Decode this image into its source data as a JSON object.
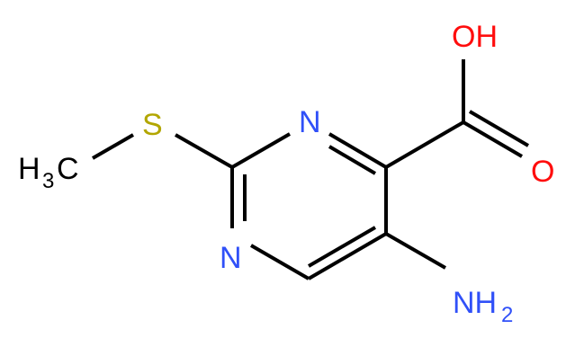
{
  "molecule": {
    "atoms": {
      "hydroxyl": {
        "label": "OH",
        "color": "#ff0d0d"
      },
      "carbonyl_oxygen": {
        "label": "O",
        "color": "#ff0d0d"
      },
      "ring_nitrogen_1": {
        "label": "N",
        "color": "#3050f8"
      },
      "ring_nitrogen_3": {
        "label": "N",
        "color": "#3050f8"
      },
      "sulfur": {
        "label": "S",
        "color": "#b2a600"
      },
      "methyl": {
        "label": "H",
        "subscript": "3",
        "suffix": "C",
        "color": "#000000"
      },
      "amino": {
        "label": "NH",
        "subscript": "2",
        "color": "#3050f8"
      }
    },
    "bond_color": "#000000"
  }
}
